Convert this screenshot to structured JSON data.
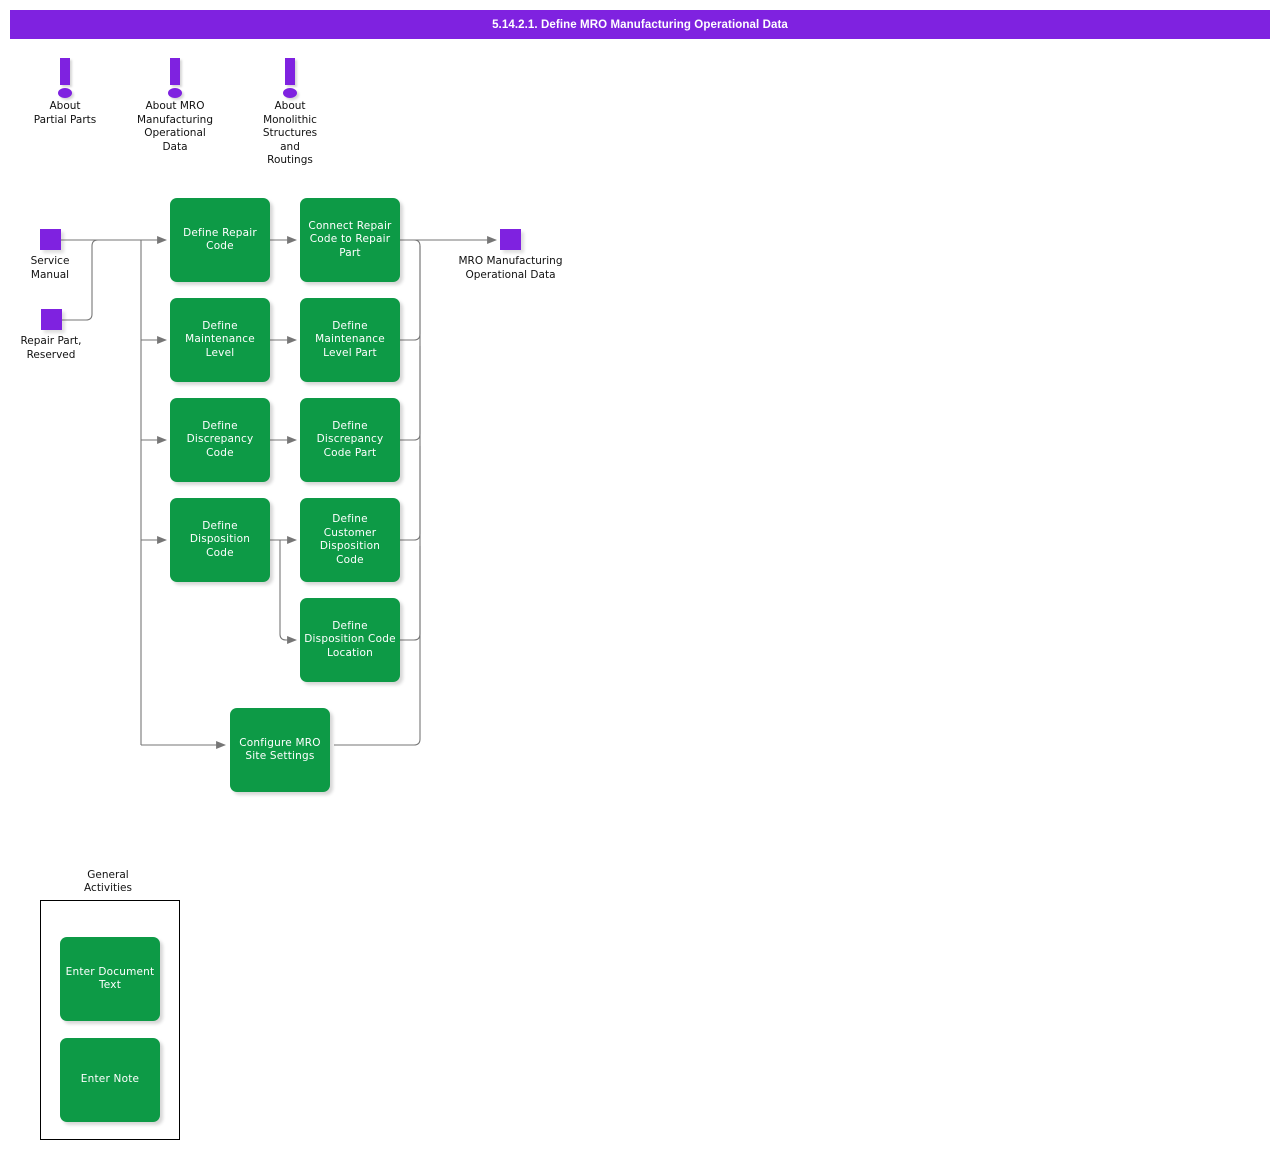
{
  "header": {
    "title": "5.14.2.1. Define MRO Manufacturing Operational Data",
    "bg_color": "#7F22E0",
    "text_color": "#FFFFFF"
  },
  "colors": {
    "process_green": "#0D9A46",
    "data_purple": "#7F22E0",
    "connector_gray": "#767676",
    "page_background": "#FFFFFF",
    "group_border": "#000000"
  },
  "info_icons": [
    {
      "icon": "exclamation-icon",
      "label": "About\nPartial Parts"
    },
    {
      "icon": "exclamation-icon",
      "label": "About MRO\nManufacturing\nOperational\nData"
    },
    {
      "icon": "exclamation-icon",
      "label": "About\nMonolithic\nStructures\nand\nRoutings"
    }
  ],
  "inputs": [
    {
      "icon": "data-square-icon",
      "label": "Service\nManual"
    },
    {
      "icon": "data-square-icon",
      "label": "Repair Part,\nReserved"
    }
  ],
  "outputs": [
    {
      "icon": "data-square-icon",
      "label": "MRO Manufacturing\nOperational Data"
    }
  ],
  "processes": [
    {
      "id": "define-repair-code",
      "label": "Define Repair\nCode"
    },
    {
      "id": "connect-repair-code-to-repair-part",
      "label": "Connect Repair\nCode to Repair\nPart"
    },
    {
      "id": "define-maintenance-level",
      "label": "Define\nMaintenance\nLevel"
    },
    {
      "id": "define-maintenance-level-part",
      "label": "Define\nMaintenance\nLevel Part"
    },
    {
      "id": "define-discrepancy-code",
      "label": "Define\nDiscrepancy\nCode"
    },
    {
      "id": "define-discrepancy-code-part",
      "label": "Define\nDiscrepancy\nCode Part"
    },
    {
      "id": "define-disposition-code",
      "label": "Define\nDisposition\nCode"
    },
    {
      "id": "define-customer-disposition-code",
      "label": "Define\nCustomer\nDisposition\nCode"
    },
    {
      "id": "define-disposition-code-location",
      "label": "Define\nDisposition Code\nLocation"
    },
    {
      "id": "configure-mro-site-settings",
      "label": "Configure MRO\nSite Settings"
    }
  ],
  "general_activities": {
    "title": "General\nActivities",
    "items": [
      {
        "id": "enter-document-text",
        "label": "Enter Document\nText"
      },
      {
        "id": "enter-note",
        "label": "Enter Note"
      }
    ]
  }
}
